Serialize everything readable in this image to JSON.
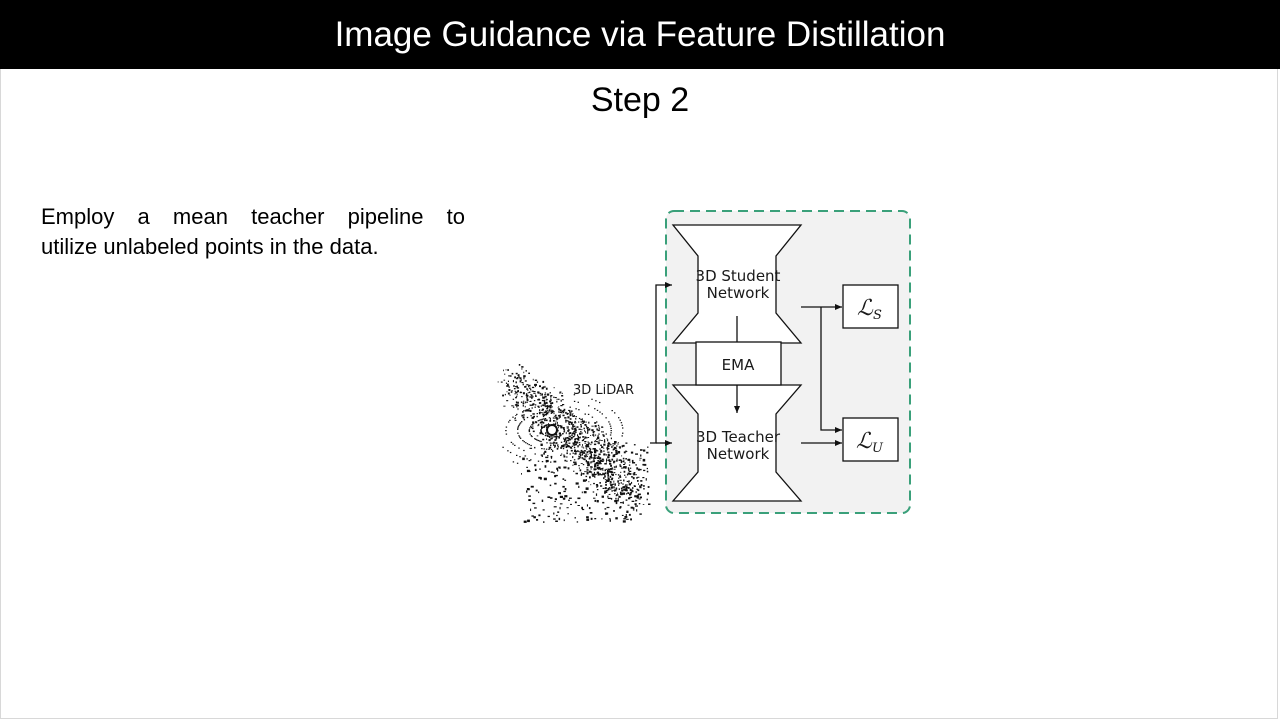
{
  "slide": {
    "title": "Image Guidance via Feature Distillation",
    "subtitle": "Step 2",
    "body_line1": "Employ a mean teacher pipeline to",
    "body_line2": "utilize unlabeled points in the data."
  },
  "diagram": {
    "lidar_label": "3D LiDAR",
    "student_line1": "3D Student",
    "student_line2": "Network",
    "teacher_line1": "3D Teacher",
    "teacher_line2": "Network",
    "ema_label": "EMA",
    "loss_s_main": "ℒ",
    "loss_s_sub": "S",
    "loss_u_main": "ℒ",
    "loss_u_sub": "U",
    "colors": {
      "region_border": "#3aa07a",
      "region_fill": "#f2f2f2"
    }
  }
}
